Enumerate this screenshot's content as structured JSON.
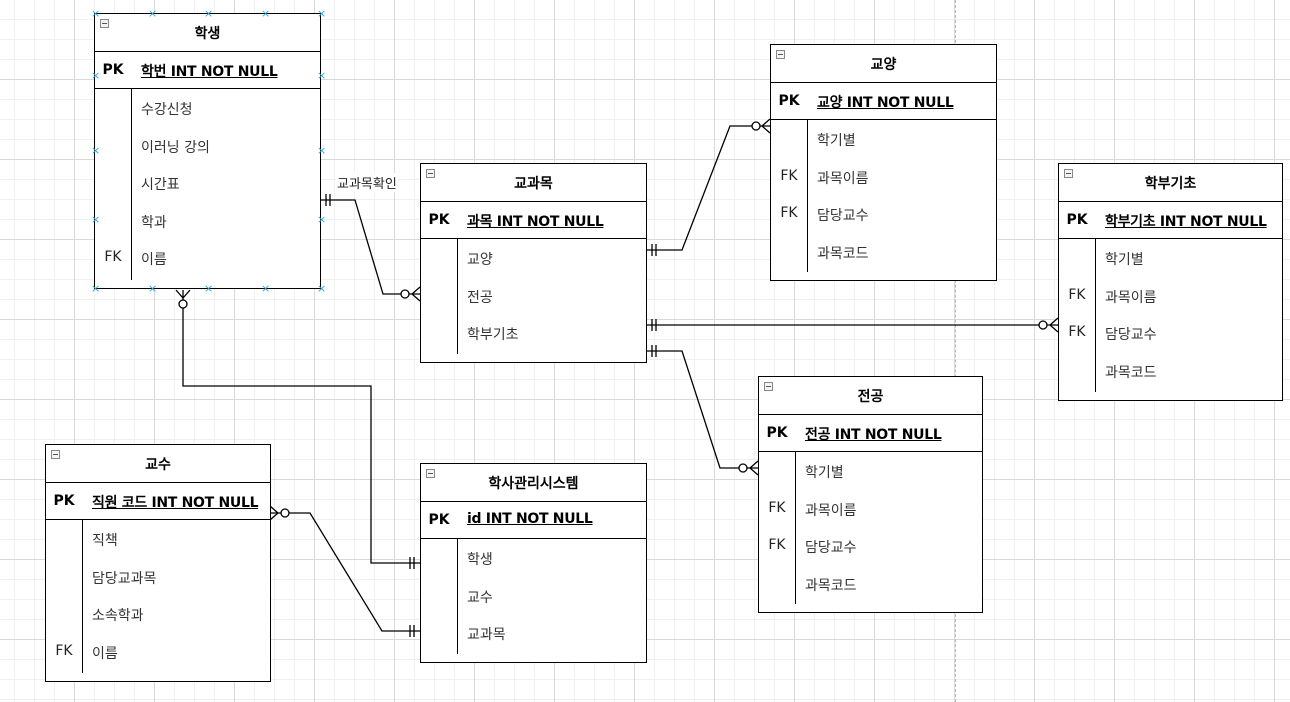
{
  "colors": {
    "line": "#000000",
    "handle": "#2aa6d9",
    "grid": "#d9d9d9"
  },
  "entities": {
    "student": {
      "title": "학생",
      "pk": {
        "key": "PK",
        "name": "학번 INT NOT NULL"
      },
      "fields": [
        {
          "key": "",
          "name": "수강신청"
        },
        {
          "key": "",
          "name": "이러닝 강의"
        },
        {
          "key": "",
          "name": "시간표"
        },
        {
          "key": "",
          "name": "학과"
        },
        {
          "key": "FK",
          "name": "이름"
        }
      ]
    },
    "course": {
      "title": "교과목",
      "pk": {
        "key": "PK",
        "name": "과목 INT NOT NULL"
      },
      "fields": [
        {
          "key": "",
          "name": "교양"
        },
        {
          "key": "",
          "name": "전공"
        },
        {
          "key": "",
          "name": "학부기초"
        }
      ]
    },
    "liberal": {
      "title": "교양",
      "pk": {
        "key": "PK",
        "name": "교양 INT NOT NULL"
      },
      "fields": [
        {
          "key": "",
          "name": "학기별"
        },
        {
          "key": "FK",
          "name": "과목이름"
        },
        {
          "key": "FK",
          "name": "담당교수"
        },
        {
          "key": "",
          "name": "과목코드"
        }
      ]
    },
    "basic": {
      "title": "학부기초",
      "pk": {
        "key": "PK",
        "name": "학부기초 INT NOT NULL"
      },
      "fields": [
        {
          "key": "",
          "name": "학기별"
        },
        {
          "key": "FK",
          "name": "과목이름"
        },
        {
          "key": "FK",
          "name": "담당교수"
        },
        {
          "key": "",
          "name": "과목코드"
        }
      ]
    },
    "major": {
      "title": "전공",
      "pk": {
        "key": "PK",
        "name": "전공 INT NOT NULL"
      },
      "fields": [
        {
          "key": "",
          "name": "학기별"
        },
        {
          "key": "FK",
          "name": "과목이름"
        },
        {
          "key": "FK",
          "name": "담당교수"
        },
        {
          "key": "",
          "name": "과목코드"
        }
      ]
    },
    "professor": {
      "title": "교수",
      "pk": {
        "key": "PK",
        "name": "직원 코드 INT NOT NULL"
      },
      "fields": [
        {
          "key": "",
          "name": "직책"
        },
        {
          "key": "",
          "name": "담당교과목"
        },
        {
          "key": "",
          "name": "소속학과"
        },
        {
          "key": "FK",
          "name": "이름"
        }
      ]
    },
    "system": {
      "title": "학사관리시스템",
      "pk": {
        "key": "PK",
        "name": "id INT NOT NULL"
      },
      "fields": [
        {
          "key": "",
          "name": "학생"
        },
        {
          "key": "",
          "name": "교수"
        },
        {
          "key": "",
          "name": "교과목"
        }
      ]
    }
  },
  "relationship_labels": {
    "student_course": "교과목확인"
  }
}
